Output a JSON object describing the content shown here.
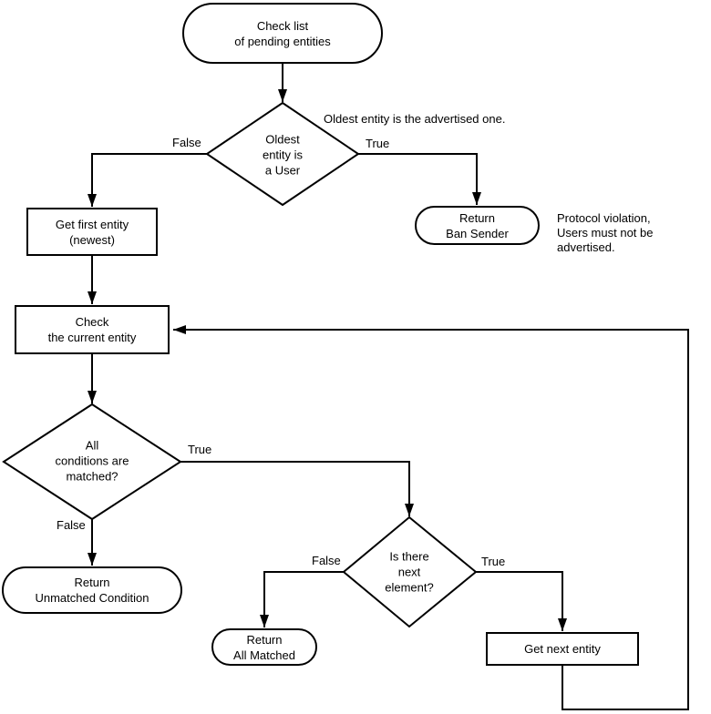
{
  "diagram": {
    "colors": {
      "background": "#ffffff",
      "stroke": "#000000",
      "text": "#000000"
    },
    "nodes": {
      "start": {
        "type": "terminator",
        "label": "Check list\nof pending entities"
      },
      "decision_oldest": {
        "type": "decision",
        "label": "Oldest\nentity is\na User"
      },
      "get_first": {
        "type": "process",
        "label": "Get first entity\n(newest)"
      },
      "ban_sender": {
        "type": "terminator",
        "label": "Return\nBan Sender"
      },
      "check_current": {
        "type": "process",
        "label": "Check\nthe current entity"
      },
      "decision_conditions": {
        "type": "decision",
        "label": "All\nconditions are\nmatched?"
      },
      "unmatched": {
        "type": "terminator",
        "label": "Return\nUnmatched Condition"
      },
      "decision_next": {
        "type": "decision",
        "label": "Is there\nnext\nelement?"
      },
      "all_matched": {
        "type": "terminator",
        "label": "Return\nAll Matched"
      },
      "get_next": {
        "type": "process",
        "label": "Get next entity"
      }
    },
    "edge_labels": {
      "oldest_false": "False",
      "oldest_true": "True",
      "conditions_true": "True",
      "conditions_false": "False",
      "next_false": "False",
      "next_true": "True"
    },
    "annotations": {
      "advertised": "Oldest entity is the advertised one.",
      "protocol": "Protocol violation,\nUsers must not be advertised."
    }
  }
}
